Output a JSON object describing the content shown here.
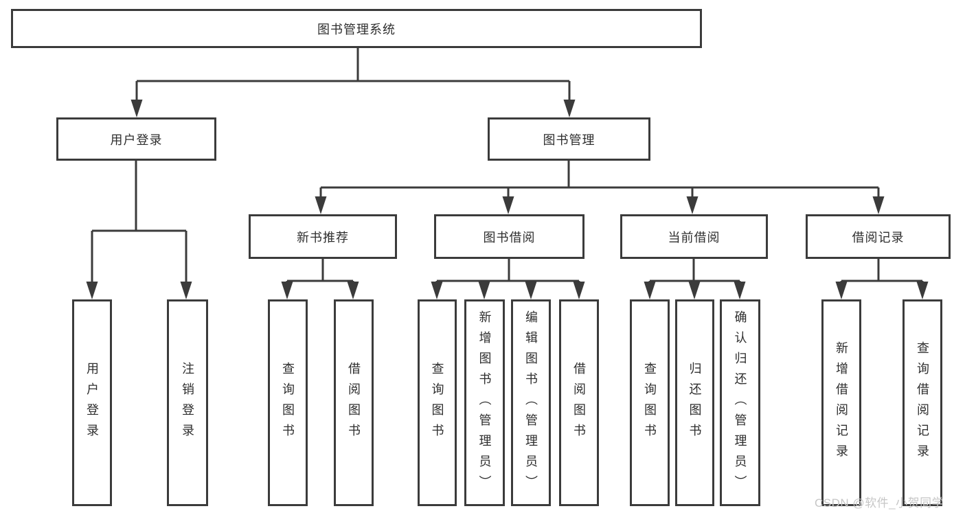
{
  "diagram_title": "图书管理系统",
  "tree": {
    "label": "图书管理系统",
    "children": [
      {
        "label": "用户登录",
        "children": [
          {
            "label": "用户登录"
          },
          {
            "label": "注销登录"
          }
        ]
      },
      {
        "label": "图书管理",
        "children": [
          {
            "label": "新书推荐",
            "children": [
              {
                "label": "查询图书"
              },
              {
                "label": "借阅图书"
              }
            ]
          },
          {
            "label": "图书借阅",
            "children": [
              {
                "label": "查询图书"
              },
              {
                "label": "新增图书（管理员）"
              },
              {
                "label": "编辑图书（管理员）"
              },
              {
                "label": "借阅图书"
              }
            ]
          },
          {
            "label": "当前借阅",
            "children": [
              {
                "label": "查询图书"
              },
              {
                "label": "归还图书"
              },
              {
                "label": "确认归还（管理员）"
              }
            ]
          },
          {
            "label": "借阅记录",
            "children": [
              {
                "label": "新增借阅记录"
              },
              {
                "label": "查询借阅记录"
              }
            ]
          }
        ]
      }
    ]
  },
  "watermark": {
    "text": "CSDN @软件_小贺同学"
  },
  "colors": {
    "line": "#3b3b3b",
    "border": "#3b3b3b",
    "text": "#2e2e2e",
    "background": "#ffffff",
    "watermark": "#c6c6c6"
  }
}
